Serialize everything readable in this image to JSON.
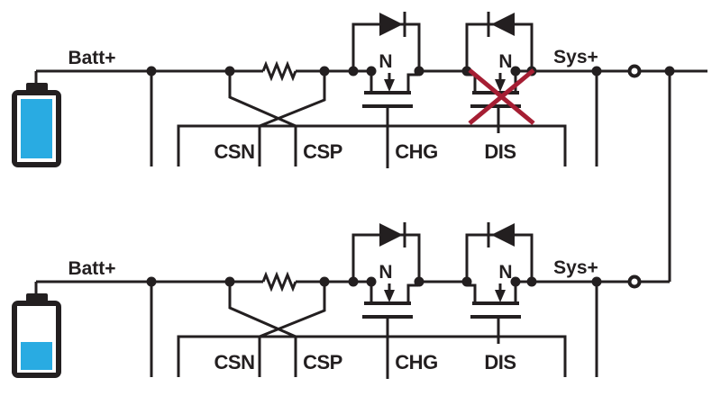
{
  "labels": {
    "battery_rail": "Batt+",
    "system_rail": "Sys+",
    "channel": "N",
    "pin_csn": "CSN",
    "pin_csp": "CSP",
    "pin_chg": "CHG",
    "pin_dis": "DIS"
  },
  "circuits": [
    {
      "id": "pack-1",
      "battery_charge": "full",
      "discharge_fet_state": "disabled"
    },
    {
      "id": "pack-2",
      "battery_charge": "low",
      "discharge_fet_state": "enabled"
    }
  ],
  "colors": {
    "line": "#231F20",
    "battery_fill": "#29ABE2",
    "disable_cross": "#A51E33",
    "background": "#FFFFFF"
  }
}
